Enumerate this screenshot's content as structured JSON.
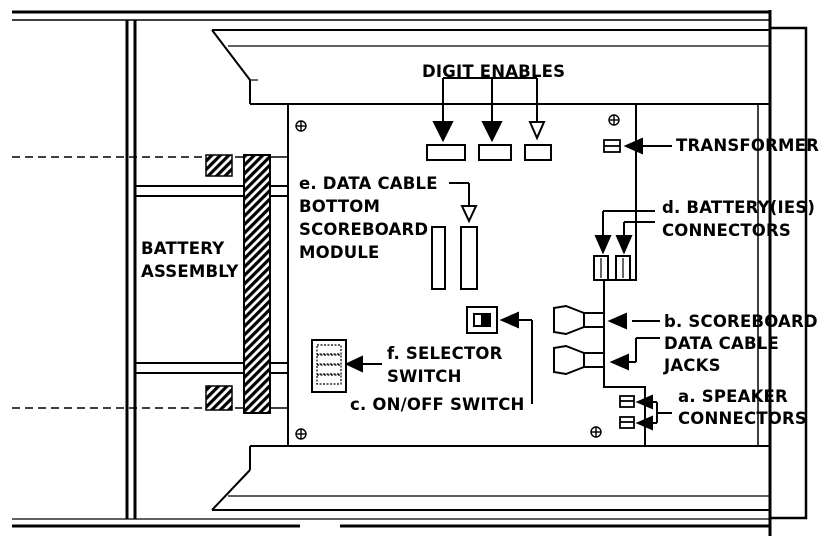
{
  "labels": {
    "digit_enables": "DIGIT ENABLES",
    "transformer": "TRANSFORMER",
    "data_cable_bottom": [
      "e. DATA CABLE",
      "BOTTOM",
      "SCOREBOARD",
      "MODULE"
    ],
    "battery_connectors": [
      "d. BATTERY(IES)",
      "CONNECTORS"
    ],
    "battery_assembly": [
      "BATTERY",
      "ASSEMBLY"
    ],
    "scoreboard_data_cable_jacks": [
      "b. SCOREBOARD",
      "DATA CABLE",
      "JACKS"
    ],
    "selector_switch": [
      "f. SELECTOR",
      "SWITCH"
    ],
    "on_off_switch": "c. ON/OFF SWITCH",
    "speaker_connectors": [
      "a. SPEAKER",
      "CONNECTORS"
    ]
  }
}
